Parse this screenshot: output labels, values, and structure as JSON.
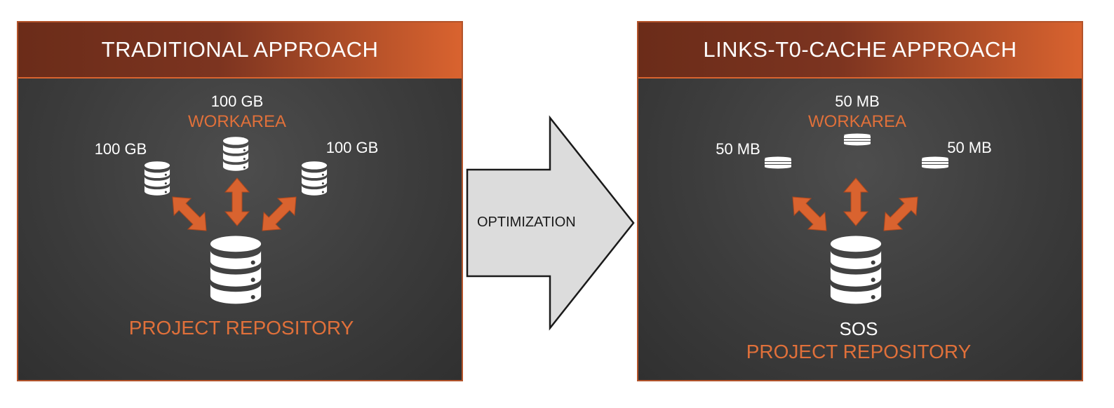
{
  "left_panel": {
    "title": "TRADITIONAL APPROACH",
    "top_size": "100 GB",
    "top_label": "WORKAREA",
    "left_size": "100 GB",
    "right_size": "100 GB",
    "repo_label": "PROJECT REPOSITORY"
  },
  "arrow": {
    "label": "OPTIMIZATION"
  },
  "right_panel": {
    "title": "LINKS-T0-CACHE APPROACH",
    "top_size": "50 MB",
    "top_label": "WORKAREA",
    "left_size": "50 MB",
    "right_size": "50 MB",
    "repo_name": "SOS",
    "repo_label": "PROJECT REPOSITORY"
  },
  "colors": {
    "accent": "#e0703a",
    "arrow_orange": "#d9632f",
    "panel_bg": "#3c3c3c",
    "header_dark": "#6b2c19",
    "arrow_fill": "#dcdcdc"
  },
  "icons": [
    "database-icon",
    "double-arrow-icon",
    "block-arrow"
  ]
}
